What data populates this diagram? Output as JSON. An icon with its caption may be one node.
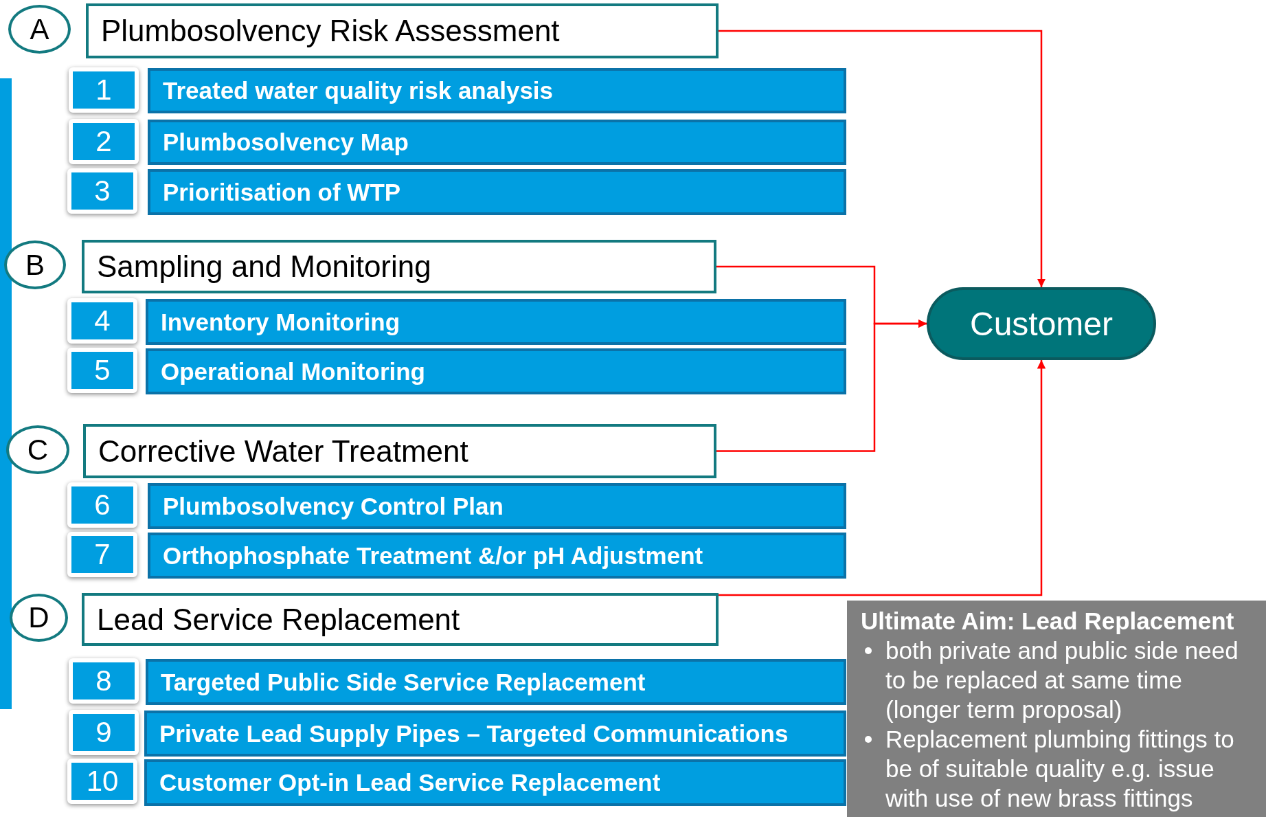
{
  "diagram": {
    "nodes": [
      {
        "text": [
          "A"
        ]
      },
      {
        "text": [
          "Plumbosolvency Risk Assessment"
        ]
      },
      {
        "text": [
          "1"
        ]
      },
      {
        "text": [
          "Treated water quality risk analysis"
        ]
      },
      {
        "text": [
          "2"
        ]
      },
      {
        "text": [
          "Plumbosolvency Map"
        ]
      },
      {
        "text": [
          "3"
        ]
      },
      {
        "text": [
          "Prioritisation of WTP"
        ]
      },
      {
        "text": [
          "B"
        ]
      },
      {
        "text": [
          "Sampling and Monitoring"
        ]
      },
      {
        "text": [
          "4"
        ]
      },
      {
        "text": [
          "Inventory Monitoring"
        ]
      },
      {
        "text": [
          "5"
        ]
      },
      {
        "text": [
          "Operational Monitoring"
        ]
      },
      {
        "text": [
          "C"
        ]
      },
      {
        "text": [
          "Corrective Water Treatment"
        ]
      },
      {
        "text": [
          "6"
        ]
      },
      {
        "text": [
          "Plumbosolvency Control Plan"
        ]
      },
      {
        "text": [
          "7"
        ]
      },
      {
        "text": [
          "Orthophosphate Treatment &/or pH Adjustment"
        ]
      },
      {
        "text": [
          "D"
        ]
      },
      {
        "text": [
          "Lead Service Replacement"
        ]
      },
      {
        "text": [
          "8"
        ]
      },
      {
        "text": [
          "Targeted Public Side Service Replacement"
        ]
      },
      {
        "text": [
          "9"
        ]
      },
      {
        "text": [
          "Private Lead Supply Pipes – Targeted Communications"
        ]
      },
      {
        "text": [
          "10"
        ]
      },
      {
        "text": [
          "Customer Opt-in Lead Service Replacement"
        ]
      },
      {
        "text": [
          "Customer"
        ]
      },
      {
        "text": [
          "Ultimate Aim: Lead Replacement",
          "both private and public side need to be replaced at same time (longer term proposal)",
          "Replacement plumbing fittings to be of suitable quality e.g. issue with use of new brass fittings"
        ]
      },
      {
        "text": [],
        "shape": "bar"
      }
    ],
    "edges": [
      {
        "from": 1,
        "to": 28,
        "arrow": "to",
        "color": "#ff0000"
      },
      {
        "from": 9,
        "to": 28,
        "arrow": "to",
        "color": "#ff0000"
      },
      {
        "from": 15,
        "to": 28,
        "arrow": "to",
        "color": "#ff0000"
      },
      {
        "from": 21,
        "to": 28,
        "arrow": "to",
        "color": "#ff0000"
      }
    ]
  }
}
